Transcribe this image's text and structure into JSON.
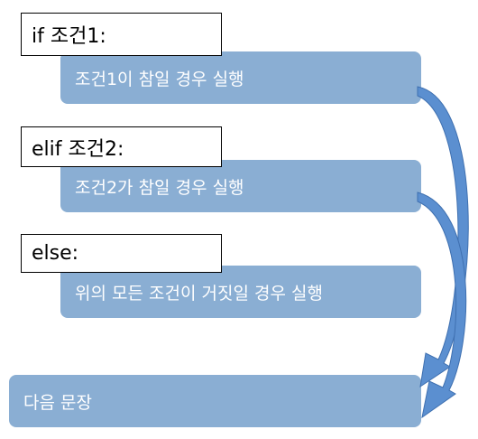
{
  "labels": {
    "if_condition": "if 조건1:",
    "elif_condition": "elif 조건2:",
    "else_condition": "else:"
  },
  "blocks": {
    "if_body": "조건1이 참일 경우 실행",
    "elif_body": "조건2가 참일 경우 실행",
    "else_body": "위의 모든 조건이 거짓일 경우 실행",
    "next_statement": "다음 문장"
  },
  "colors": {
    "block_fill": "#8aaed3",
    "block_text": "#ffffff",
    "arrow_fill": "#5b8fd0",
    "arrow_stroke": "#3f70b0",
    "label_border": "#000000"
  }
}
